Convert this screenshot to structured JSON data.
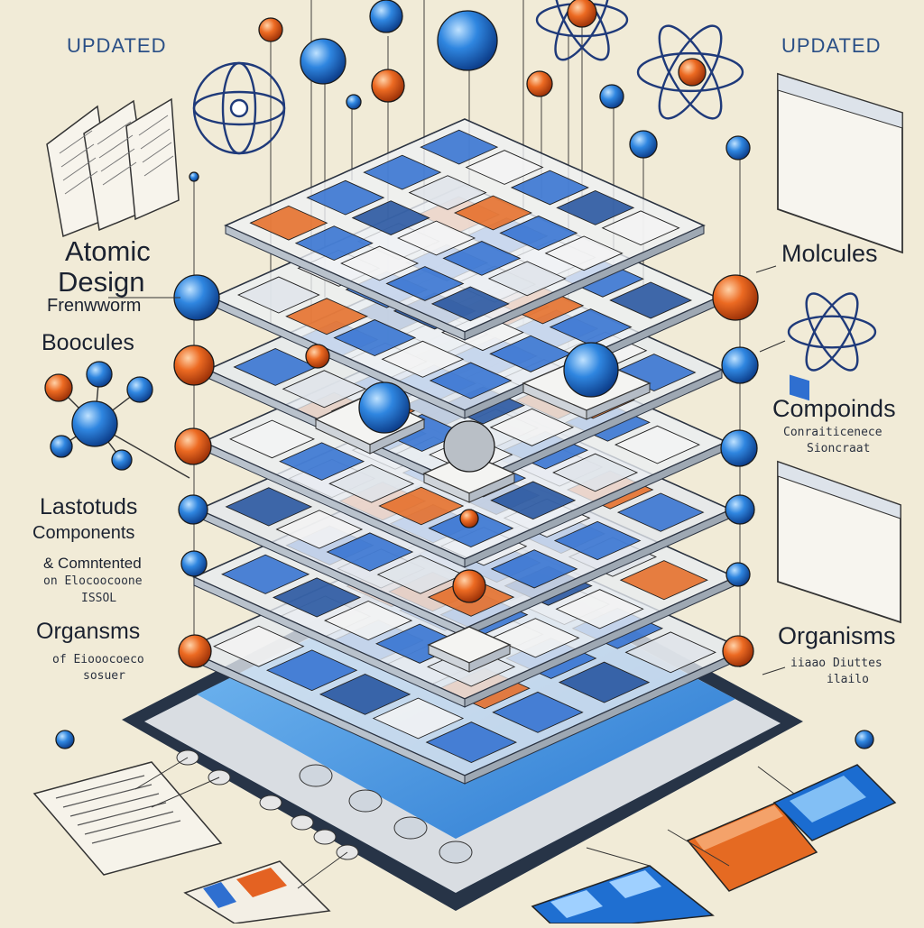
{
  "tags": {
    "left": "UPDATED",
    "right": "UPDATED"
  },
  "left_labels": {
    "title_line1": "Atomic",
    "title_line2": "Design",
    "title_line3": "Frenwworm",
    "bocules": "Boocules",
    "lastotuds": "Lastotuds",
    "components": "Components",
    "componted": "& Comntented",
    "componted_sub1": "on Elocoocoone",
    "componted_sub2": "ISSOL",
    "organisms": "Organsms",
    "organisms_sub1": "of Eiooocoeco",
    "organisms_sub2": "sosuer"
  },
  "right_labels": {
    "molcules": "Molcules",
    "compoinds": "Compoinds",
    "compoinds_sub1": "Conraiticenece",
    "compoinds_sub2": "Sioncraat",
    "organisms": "Organisms",
    "organisms_sub1": "iiaao Diuttes",
    "organisms_sub2": "ilailo"
  },
  "colors": {
    "background": "#f1ebd7",
    "blue": "#1f6fd1",
    "orange": "#e25a1c",
    "navy": "#1f2d4e",
    "layer": "#dfe6ee",
    "screen": "#3b8fe0"
  }
}
